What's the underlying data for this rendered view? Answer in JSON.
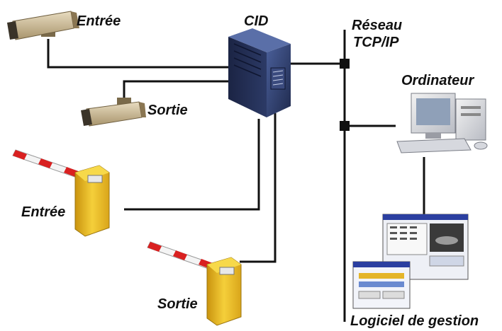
{
  "labels": {
    "camera_entry": "Entrée",
    "camera_exit": "Sortie",
    "cid": "CID",
    "network_line1": "Réseau",
    "network_line2": "TCP/IP",
    "computer": "Ordinateur",
    "barrier_entry": "Entrée",
    "barrier_exit": "Sortie",
    "software": "Logiciel de gestion"
  },
  "icons": {
    "camera_entry": "surveillance-camera-icon",
    "camera_exit": "surveillance-camera-icon",
    "server": "server-tower-icon",
    "computer": "desktop-computer-icon",
    "barrier_entry": "parking-barrier-icon",
    "barrier_exit": "parking-barrier-icon",
    "software": "management-software-screens-icon"
  },
  "colors": {
    "wire": "#111111",
    "server": "#2b3a66",
    "barrier": "#e8b622",
    "camera": "#cdb98f"
  }
}
